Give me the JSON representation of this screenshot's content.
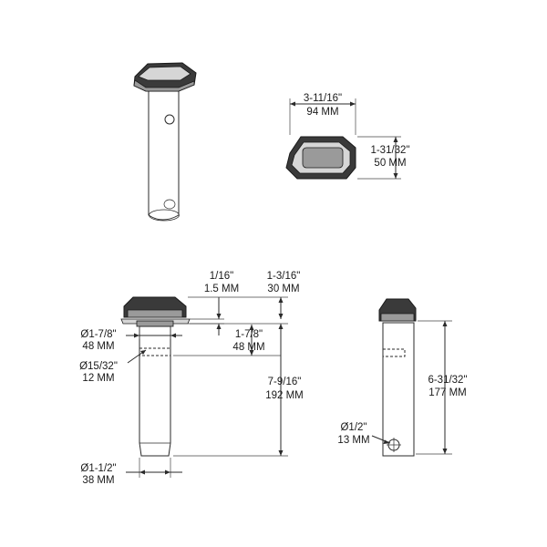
{
  "dimensions": {
    "top_view_width": {
      "imperial": "3-11/16\"",
      "metric": "94 MM"
    },
    "top_view_depth": {
      "imperial": "1-31/32\"",
      "metric": "50 MM"
    },
    "flange_thickness": {
      "imperial": "1/16\"",
      "metric": "1.5 MM"
    },
    "head_height": {
      "imperial": "1-3/16\"",
      "metric": "30 MM"
    },
    "flange_diameter": {
      "imperial": "Ø1-7/8\"",
      "metric": "48 MM"
    },
    "hole_offset": {
      "imperial": "1-7/8\"",
      "metric": "48 MM"
    },
    "hole_diameter_large": {
      "imperial": "Ø15/32\"",
      "metric": "12 MM"
    },
    "pin_length": {
      "imperial": "7-9/16\"",
      "metric": "192 MM"
    },
    "pin_diameter": {
      "imperial": "Ø1-1/2\"",
      "metric": "38 MM"
    },
    "side_length": {
      "imperial": "6-31/32\"",
      "metric": "177 MM"
    },
    "hole_diameter_small": {
      "imperial": "Ø1/2\"",
      "metric": "13 MM"
    }
  }
}
